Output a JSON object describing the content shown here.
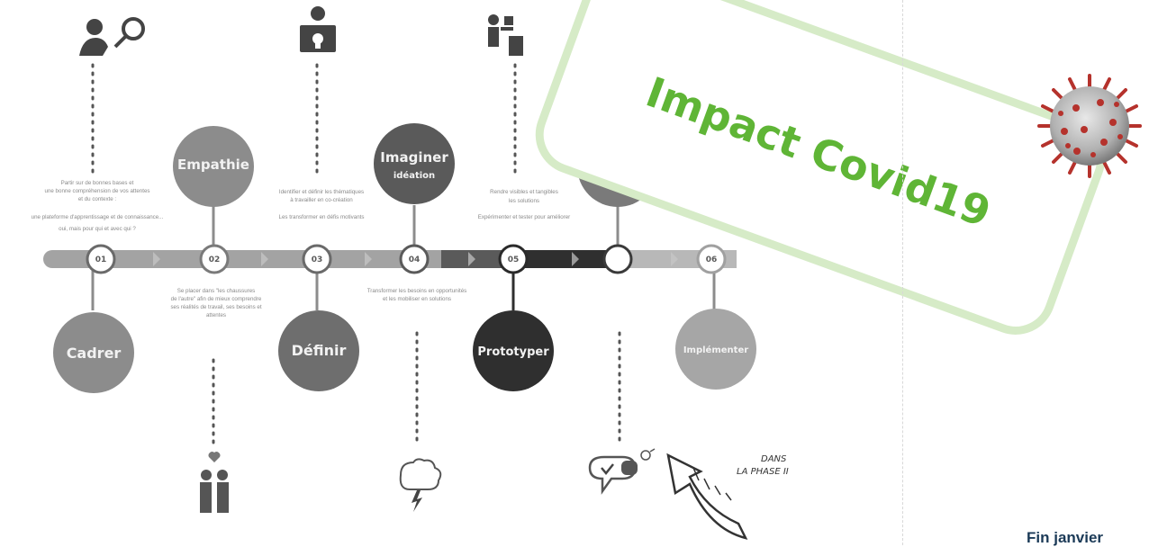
{
  "steps": [
    {
      "num": "01",
      "title": "Cadrer"
    },
    {
      "num": "02",
      "title": "Empathie"
    },
    {
      "num": "03",
      "title": "Définir"
    },
    {
      "num": "04",
      "title": "Imaginer",
      "subtitle": "idéation"
    },
    {
      "num": "05",
      "title": "Prototyper"
    },
    {
      "num": "06",
      "title": "Implémenter"
    }
  ],
  "descriptions": {
    "cadrer": [
      "Partir sur de bonnes bases et",
      "une bonne compréhension de vos attentes",
      "et du contexte :",
      "une plateforme d'apprentissage et de connaissance...",
      "oui, mais pour qui et avec qui ?"
    ],
    "empathie": [
      "Se placer dans \"les chaussures",
      "de l'autre\" afin de mieux comprendre",
      "ses réalités de travail, ses besoins et",
      "attentes"
    ],
    "definir": [
      "Identifier et définir les thématiques",
      "à travailler en co-création",
      "Les transformer en défis motivants"
    ],
    "imaginer": [
      "Transformer les besoins en opportunités",
      "et les mobiliser en solutions"
    ],
    "prototyper": [
      "Rendre visibles et tangibles",
      "les solutions",
      "Expérimenter et tester pour améliorer"
    ]
  },
  "phase_note": [
    "DANS",
    "LA PHASE II"
  ],
  "stamp": "Impact Covid19",
  "footer_text": "Fin janvier",
  "colors": {
    "stamp_green": "#5fb536",
    "stamp_border": "#d6ebc7",
    "circle_gray": "#8c8c8c",
    "circle_dark": "#2f2f2f",
    "timeline_gray": "#9a9a9a",
    "footer_navy": "#1b3a57"
  }
}
